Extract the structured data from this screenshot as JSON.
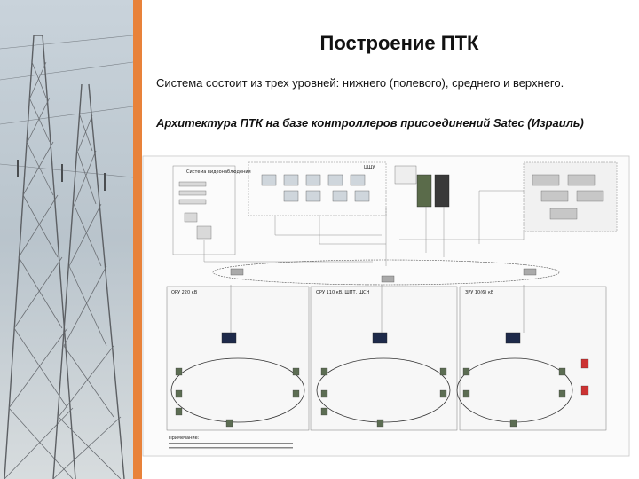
{
  "slide": {
    "title": "Построение ПТК",
    "subtitle": "Система состоит из трех уровней: нижнего (полевого), среднего и верхнего.",
    "heading": "Архитектура  ПТК на базе контроллеров присоединений Satec (Израиль)"
  },
  "diagram": {
    "top_label": "ЦЩУ",
    "left_group": "Система видеонаблюдения",
    "substations": [
      {
        "label": "ОРУ 220 кВ"
      },
      {
        "label": "ОРУ 110 кВ, ШПТ, ЩСН"
      },
      {
        "label": "ЗРУ 10(6) кВ"
      }
    ],
    "notes_title": "Примечание:"
  },
  "colors": {
    "accent": "#e8823a"
  }
}
